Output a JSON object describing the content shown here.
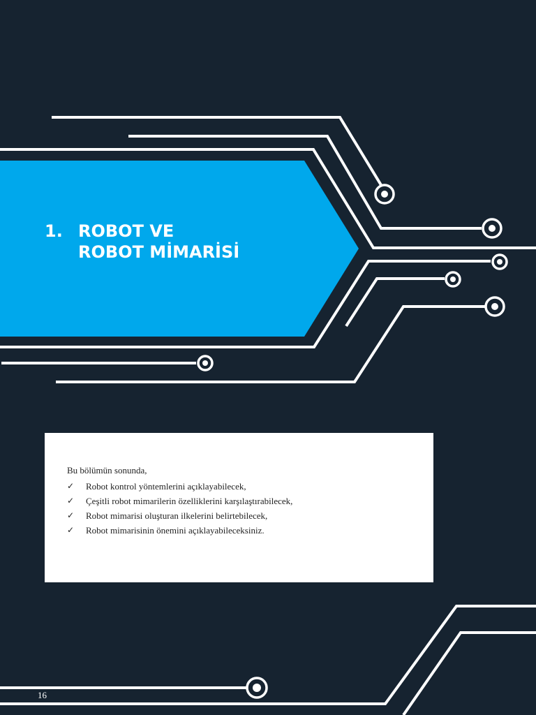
{
  "chapter": {
    "number": "1.",
    "title_line1": "ROBOT VE",
    "title_line2": "ROBOT MİMARİSİ"
  },
  "objectives": {
    "intro": "Bu bölümün sonunda,",
    "items": [
      "Robot kontrol yöntemlerini açıklayabilecek,",
      "Çeşitli robot mimarilerin özelliklerini karşılaştırabilecek,",
      "Robot mimarisi oluşturan ilkelerini belirtebilecek,",
      "Robot mimarisinin önemini açıklayabileceksiniz."
    ],
    "check_symbol": "✓"
  },
  "page_number": "16",
  "colors": {
    "background": "#162330",
    "banner": "#00a8ec",
    "lines": "#ffffff",
    "box": "#ffffff"
  }
}
